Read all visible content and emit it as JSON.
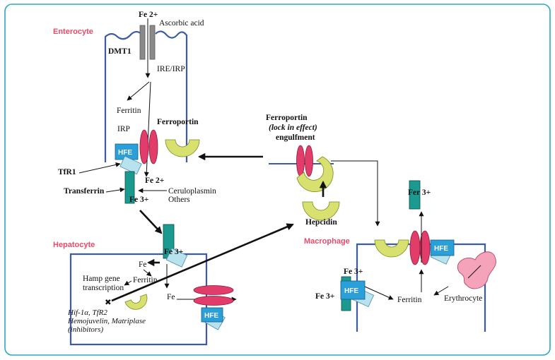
{
  "colors": {
    "frame": "#2aa8c4",
    "membrane": "#3b5ba8",
    "cell_label": "#e84a6a",
    "hfe_fill": "#2a9fd8",
    "teal_fill": "#1b9a90",
    "light_blue": "#b8e2ee",
    "ferroportin_fill": "#e23c6a",
    "hepcidin_fill": "#d8e070",
    "erythrocyte_fill": "#f4a3ba"
  },
  "cells": {
    "enterocyte": "Enterocyte",
    "hepatocyte": "Hepatocyte",
    "macrophage": "Macrophage"
  },
  "enterocyte": {
    "fe2_top": "Fe 2+",
    "ascorbic_acid": "Ascorbic acid",
    "dmt1": "DMT1",
    "ire_irp": "IRE/IRP",
    "ferritin": "Ferritin",
    "ferroportin": "Ferroportin",
    "irp": "IRP",
    "hfe": "HFE",
    "fe2_bottom": "Fe 2+",
    "tfr1": "TfR1",
    "transferrin": "Transferrin",
    "fe3": "Fe 3+",
    "ceruloplasmin": "Ceruloplasmin",
    "others": "Others"
  },
  "center": {
    "ferroportin": "Ferroportin",
    "lock_in_effect": "(lock in effect)",
    "engulfment": "engulfment",
    "hepcidin": "Hepcidin"
  },
  "hepatocyte": {
    "fe3": "Fe 3+",
    "fe": "Fe",
    "ferritin": "Ferritin",
    "hamp_line1": "Hamp gene",
    "hamp_line2": "transcription",
    "fe_lower": "Fe",
    "hfe": "HFE",
    "inhibitors_line1": "Hif-1α, TfR2",
    "inhibitors_line2": "Hemojuvelin, Matriplase",
    "inhibitors_line3": "(inhibitors)",
    "x_mark": "✖"
  },
  "macrophage": {
    "fer3": "Fer 3+",
    "hfe_top": "HFE",
    "fe3_inner": "Fe 3+",
    "hfe_left": "HFE",
    "fe3_outer": "Fe 3+",
    "ferritin": "Ferritin",
    "erythrocyte": "Erythrocyte"
  }
}
